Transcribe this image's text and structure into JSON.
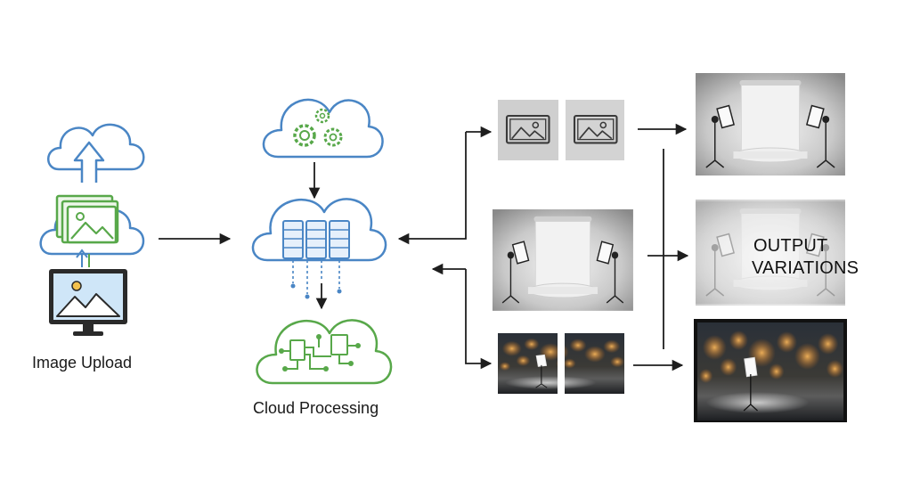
{
  "labels": {
    "image_upload": "Image Upload",
    "cloud_processing": "Cloud Processing",
    "output_line1": "OUTPUT",
    "output_line2": "VARIATIONS"
  },
  "colors": {
    "blue": "#4a86c5",
    "green": "#58a84a",
    "arrow": "#1e1e1e",
    "screen": "#cfe6f8",
    "monitor": "#2a2a2a"
  },
  "icons": [
    "cloud-upload-icon",
    "image-stack-icon",
    "monitor-image-icon",
    "cloud-gears-icon",
    "cloud-server-icon",
    "cloud-circuit-icon",
    "image-placeholder-icon"
  ]
}
